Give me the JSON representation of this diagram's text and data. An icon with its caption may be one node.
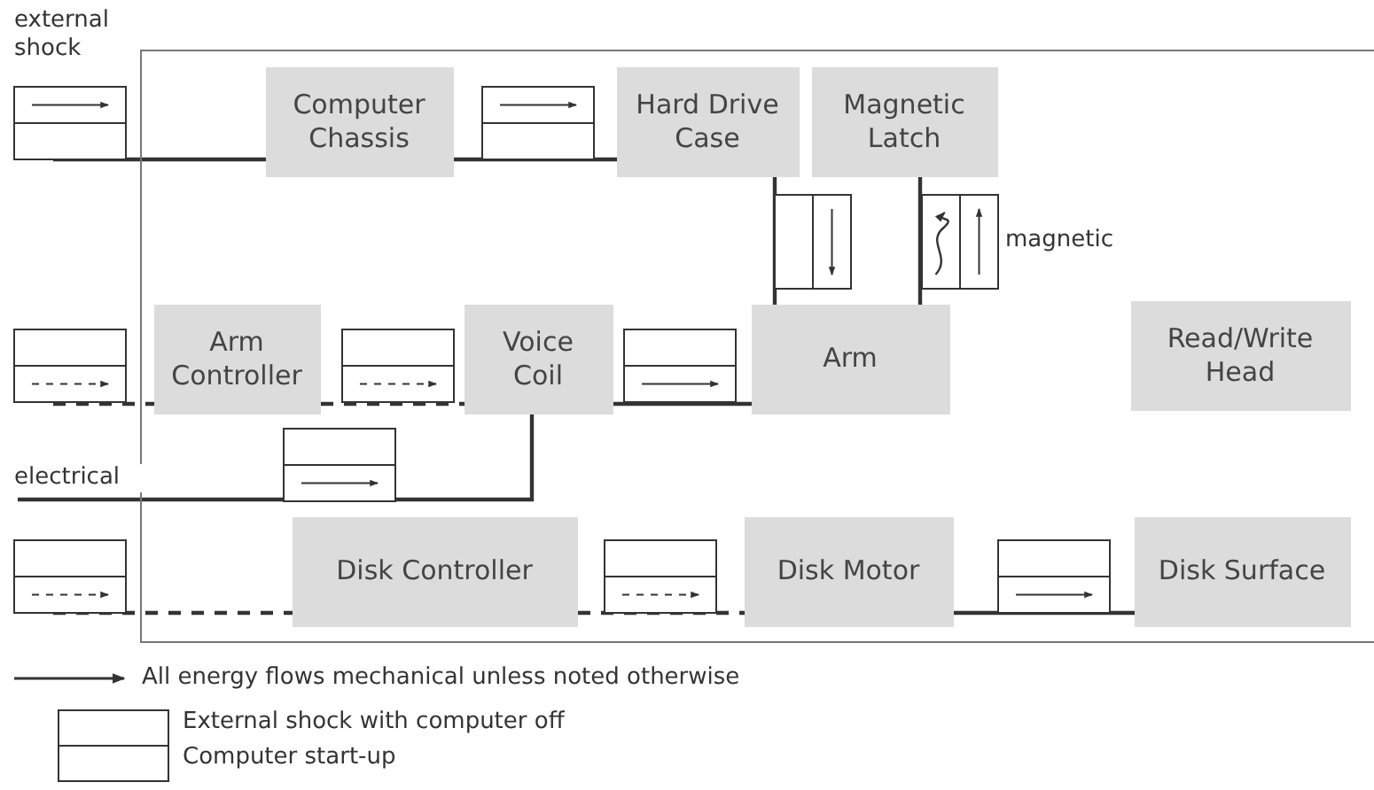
{
  "diagram": {
    "nodes": [
      {
        "text": [],
        "shape": "box"
      },
      {
        "text": [
          "Computer Chassis"
        ],
        "in": 0
      },
      {
        "text": [
          "Hard Drive Case"
        ],
        "in": 0
      },
      {
        "text": [
          "Magnetic Latch"
        ],
        "in": 0
      },
      {
        "text": [
          "Arm Controller"
        ],
        "in": 0
      },
      {
        "text": [
          "Voice Coil"
        ],
        "in": 0
      },
      {
        "text": [
          "Arm"
        ],
        "in": 0
      },
      {
        "text": [
          "Read/Write Head"
        ],
        "in": 0
      },
      {
        "text": [
          "Disk Controller"
        ],
        "in": 0
      },
      {
        "text": [
          "Disk Motor"
        ],
        "in": 0
      },
      {
        "text": [
          "Disk Surface"
        ],
        "in": 0
      }
    ],
    "edges": [
      {
        "from": null,
        "to": 1,
        "arrow": "none",
        "label": "external shock"
      },
      {
        "from": 1,
        "to": 2,
        "arrow": "none"
      },
      {
        "from": 2,
        "to": 6,
        "arrow": "none"
      },
      {
        "from": 6,
        "to": 3,
        "arrow": "none",
        "label": "magnetic"
      },
      {
        "from": null,
        "to": 4,
        "arrow": "none",
        "style": "dashed"
      },
      {
        "from": 4,
        "to": 5,
        "arrow": "none",
        "style": "dashed"
      },
      {
        "from": 5,
        "to": 6,
        "arrow": "none"
      },
      {
        "from": null,
        "to": 5,
        "arrow": "none",
        "label": "electrical"
      },
      {
        "from": null,
        "to": 8,
        "arrow": "none",
        "style": "dashed"
      },
      {
        "from": 8,
        "to": 9,
        "arrow": "none",
        "style": "dashed"
      },
      {
        "from": 9,
        "to": 10,
        "arrow": "none"
      }
    ],
    "legend": [
      {
        "text": "All energy flows mechanical unless noted otherwise"
      },
      {
        "text": "External shock with computer off"
      },
      {
        "text": "Computer start-up"
      }
    ]
  }
}
